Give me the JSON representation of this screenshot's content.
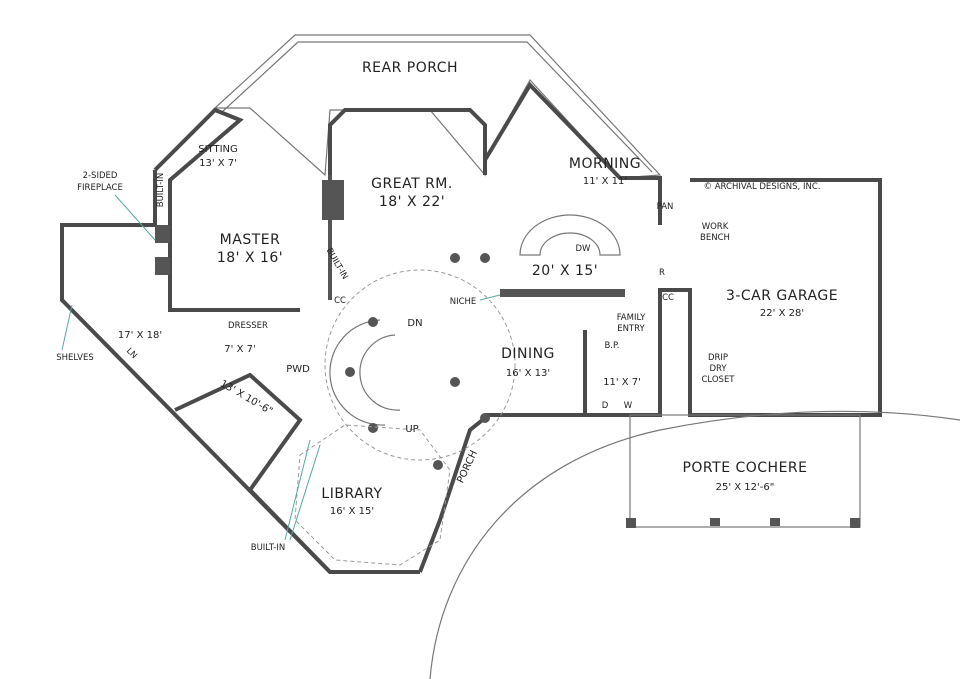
{
  "copyright": "© ARCHIVAL DESIGNS, INC.",
  "rooms": {
    "rear_porch": {
      "name": "REAR PORCH"
    },
    "great_room": {
      "name": "GREAT RM.",
      "size": "18' X 22'"
    },
    "morning": {
      "name": "MORNING",
      "size": "11' X 11'"
    },
    "kitchen": {
      "size": "20' X 15'"
    },
    "sitting": {
      "name": "SITTING",
      "size": "13' X 7'"
    },
    "master": {
      "name": "MASTER",
      "size": "18' X 16'"
    },
    "master_bath": {
      "size": "17' X 18'"
    },
    "dresser": {
      "name": "DRESSER",
      "size": "7' X 7'"
    },
    "closet": {
      "size": "13' X 10'-6\""
    },
    "pwd": {
      "name": "PWD"
    },
    "dining": {
      "name": "DINING",
      "size": "16' X 13'"
    },
    "laundry": {
      "size": "11' X 7'"
    },
    "library": {
      "name": "LIBRARY",
      "size": "16' X 15'"
    },
    "porch": {
      "name": "PORCH"
    },
    "garage": {
      "name": "3-CAR GARAGE",
      "size": "22' X 28'"
    },
    "porte_cochere": {
      "name": "PORTE COCHERE",
      "size": "25' X 12'-6\""
    }
  },
  "callouts": {
    "fireplace": [
      "2-SIDED",
      "FIREPLACE"
    ],
    "built_in_master": "BUILT-IN",
    "built_in_great": "BUILT-IN",
    "built_in_library": "BUILT-IN",
    "shelves": "SHELVES",
    "ln": "LN",
    "cc_great": "CC",
    "cc_kitchen": "CC",
    "niche": "NICHE",
    "dn": "DN",
    "up": "UP",
    "pan": "PAN",
    "r": "R",
    "work_bench": [
      "WORK",
      "BENCH"
    ],
    "family_entry": [
      "FAMILY",
      "ENTRY"
    ],
    "bp": "B.P.",
    "drip_dry": [
      "DRIP",
      "DRY",
      "CLOSET"
    ],
    "dw": "DW",
    "d": "D",
    "w": "W"
  }
}
